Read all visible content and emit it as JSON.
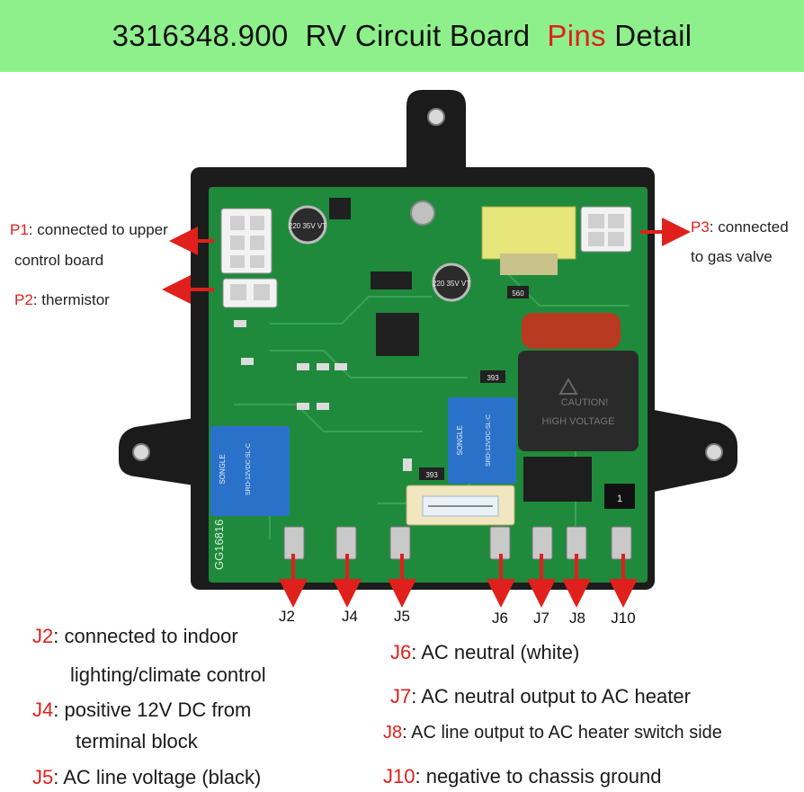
{
  "header": {
    "part_number": "3316348.900",
    "title_mid": "RV Circuit  Board",
    "title_accent": "Pins",
    "title_end": "Detail"
  },
  "board_labels": {
    "p1_code": "P1",
    "p1_text": ": connected to upper",
    "p1_text2": "control board",
    "p2_code": "P2",
    "p2_text": ": thermistor",
    "p3_code": "P3",
    "p3_text": ": connected",
    "p3_text2": "to gas valve"
  },
  "board_silkscreen": {
    "caution": "CAUTION!",
    "high_voltage": "HIGH VOLTAGE",
    "model": "GG16816",
    "relay_brand": "SONGLE",
    "relay_part": "SRD-12VDC-SL-C",
    "cap1": "220 35V VT",
    "cap2": "220 35V VT",
    "res1": "393",
    "res2": "393",
    "res3": "560",
    "pin_1": "1"
  },
  "pins": [
    "J2",
    "J4",
    "J5",
    "J6",
    "J7",
    "J8",
    "J10"
  ],
  "descriptions": {
    "j2_code": "J2",
    "j2_text": ": connected to indoor",
    "j2_text2": "lighting/climate control",
    "j4_code": "J4",
    "j4_text": ": positive 12V DC from",
    "j4_text2": "terminal block",
    "j5_code": "J5",
    "j5_text": ": AC line voltage (black)",
    "j6_code": "J6",
    "j6_text": ": AC neutral (white)",
    "j7_code": "J7",
    "j7_text": ": AC neutral output to  AC heater",
    "j8_code": "J8",
    "j8_text": ": AC line output to AC heater switch side",
    "j10_code": "J10",
    "j10_text": ": negative to chassis ground"
  },
  "colors": {
    "header_bg": "#8ef08b",
    "accent_red": "#e0201c",
    "pcb_green": "#1f8a3c",
    "housing": "#1c1c1c"
  }
}
